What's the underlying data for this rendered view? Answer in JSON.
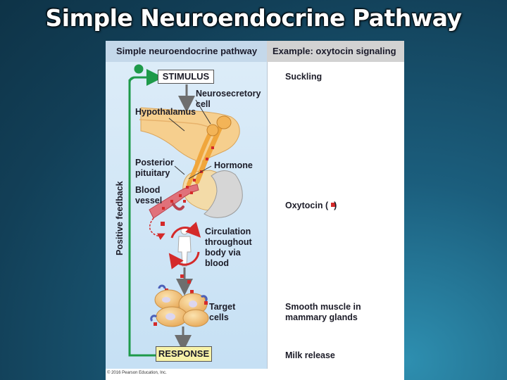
{
  "slide": {
    "title": "Simple Neuroendocrine Pathway"
  },
  "figure": {
    "header_left": "Simple neuroendocrine pathway",
    "header_right": "Example: oxytocin signaling",
    "stimulus": "STIMULUS",
    "response": "RESPONSE",
    "feedback_label": "Positive feedback",
    "feedback_sign": "+",
    "labels": {
      "neurosecretory_line1": "Neurosecretory",
      "neurosecretory_line2": "cell",
      "hypothalamus": "Hypothalamus",
      "posterior_line1": "Posterior",
      "posterior_line2": "pituitary",
      "hormone": "Hormone",
      "blood_line1": "Blood",
      "blood_line2": "vessel",
      "circ_line1": "Circulation",
      "circ_line2": "throughout",
      "circ_line3": "body via",
      "circ_line4": "blood",
      "target_line1": "Target",
      "target_line2": "cells"
    },
    "example": {
      "stimulus": "Suckling",
      "hormone_prefix": "Oxytocin (",
      "hormone_suffix": ")",
      "target_line1": "Smooth muscle in",
      "target_line2": "mammary glands",
      "response": "Milk release"
    },
    "copyright": "© 2016 Pearson Education, Inc."
  },
  "colors": {
    "feedback_green": "#1e9a4a",
    "hormone_red": "#d42a2a",
    "response_fill": "#f7f2a8"
  }
}
